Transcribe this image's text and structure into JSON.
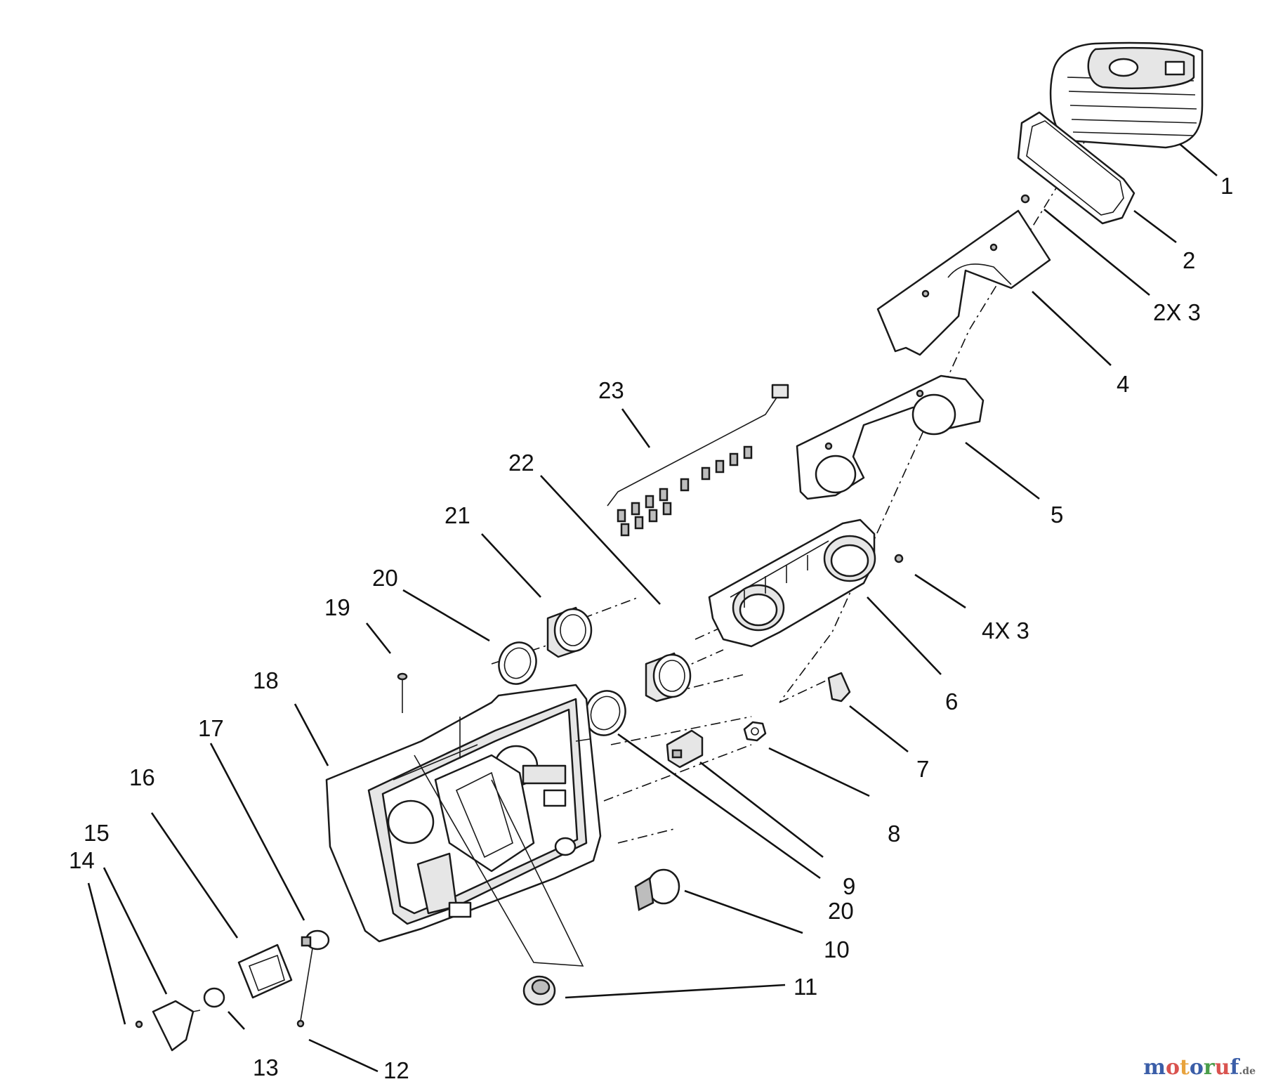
{
  "callouts": [
    {
      "id": "c1",
      "text": "1"
    },
    {
      "id": "c2",
      "text": "2"
    },
    {
      "id": "c2x3",
      "text": "2X 3"
    },
    {
      "id": "c4",
      "text": "4"
    },
    {
      "id": "c5",
      "text": "5"
    },
    {
      "id": "c4x3",
      "text": "4X 3"
    },
    {
      "id": "c6",
      "text": "6"
    },
    {
      "id": "c7",
      "text": "7"
    },
    {
      "id": "c8",
      "text": "8"
    },
    {
      "id": "c9",
      "text": "9"
    },
    {
      "id": "c20b",
      "text": "20"
    },
    {
      "id": "c10",
      "text": "10"
    },
    {
      "id": "c11",
      "text": "11"
    },
    {
      "id": "c12",
      "text": "12"
    },
    {
      "id": "c13",
      "text": "13"
    },
    {
      "id": "c14",
      "text": "14"
    },
    {
      "id": "c15",
      "text": "15"
    },
    {
      "id": "c16",
      "text": "16"
    },
    {
      "id": "c17",
      "text": "17"
    },
    {
      "id": "c18",
      "text": "18"
    },
    {
      "id": "c19",
      "text": "19"
    },
    {
      "id": "c20a",
      "text": "20"
    },
    {
      "id": "c21",
      "text": "21"
    },
    {
      "id": "c22",
      "text": "22"
    },
    {
      "id": "c23",
      "text": "23"
    }
  ],
  "watermark": {
    "parts": [
      {
        "text": "m",
        "color": "#3b5ea8"
      },
      {
        "text": "o",
        "color": "#d9534f"
      },
      {
        "text": "t",
        "color": "#e8a33d"
      },
      {
        "text": "o",
        "color": "#3b5ea8"
      },
      {
        "text": "r",
        "color": "#4a9d4a"
      },
      {
        "text": "u",
        "color": "#d9534f"
      },
      {
        "text": "f",
        "color": "#3b5ea8"
      },
      {
        "text": ".de",
        "color": "#666666"
      }
    ]
  }
}
